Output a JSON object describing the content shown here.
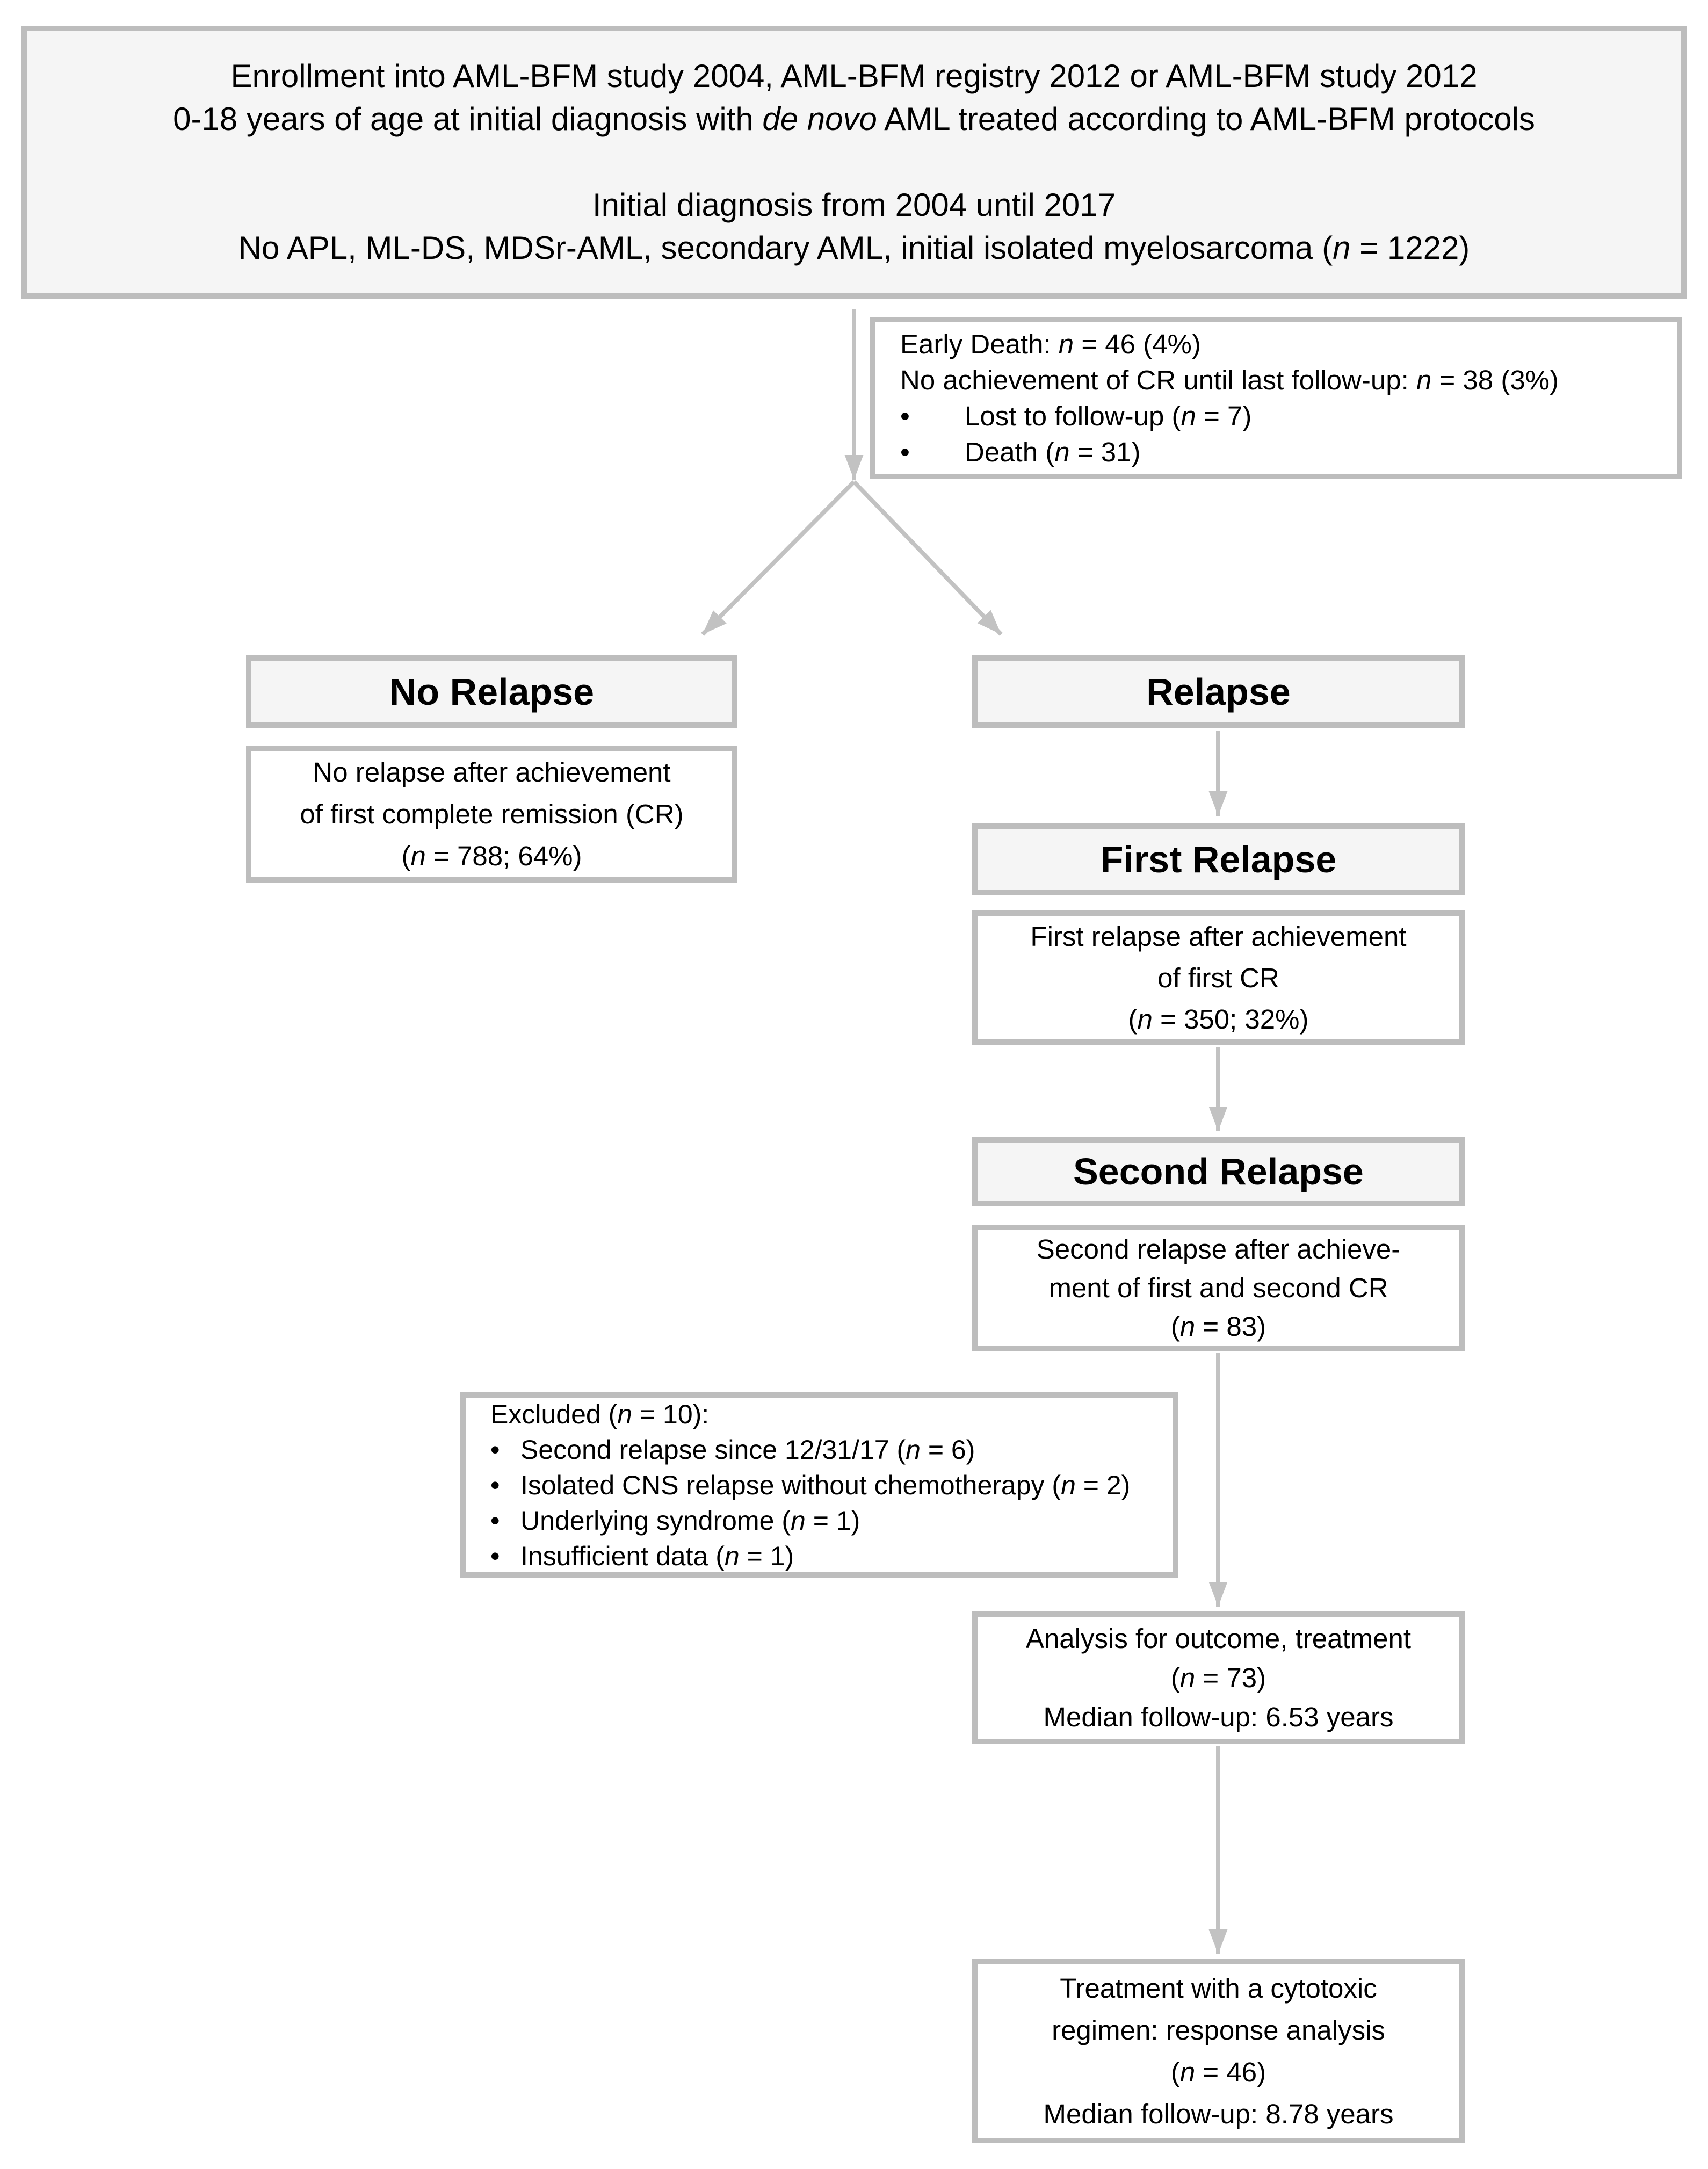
{
  "colors": {
    "box_fill": "#f5f5f5",
    "box_border": "#bdbdbd",
    "arrow": "#c2c2c2",
    "text": "#000000"
  },
  "enrollment_box": {
    "lines": [
      "Enrollment into AML-BFM study 2004, AML-BFM registry 2012 or AML-BFM study 2012",
      "0-18 years of age at initial diagnosis with *de novo* AML treated according to AML-BFM protocols",
      "",
      "Initial diagnosis from 2004 until 2017",
      "No APL, ML-DS, MDSr-AML, secondary AML, initial isolated myelosarcoma (*n* = 1222)"
    ]
  },
  "early_death_box": {
    "line1": "Early Death: *n* = 46 (4%)",
    "line2": "No achievement of CR until last follow-up: *n* = 38 (3%)",
    "bullet_glyph": "•",
    "bullets": [
      "Lost to follow-up (*n* = 7)",
      "Death (*n* = 31)"
    ]
  },
  "no_relapse": {
    "header": "No Relapse",
    "body": [
      "No relapse after achievement",
      "of first complete remission (CR)",
      "(*n* = 788; 64%)"
    ]
  },
  "relapse": {
    "header": "Relapse"
  },
  "first_relapse": {
    "header": "First Relapse",
    "body": [
      "First relapse after achievement",
      "of first CR",
      "(*n* = 350; 32%)"
    ]
  },
  "second_relapse": {
    "header": "Second Relapse",
    "body": [
      "Second relapse after achieve-",
      "ment of first and second CR",
      "(*n* = 83)"
    ]
  },
  "excluded_box": {
    "title": "Excluded (*n* = 10):",
    "bullet_glyph": "•",
    "bullets": [
      "Second relapse since 12/31/17 (*n* = 6)",
      "Isolated CNS relapse without chemotherapy (*n* = 2)",
      "Underlying syndrome (*n* = 1)",
      "Insufficient data (*n* = 1)"
    ]
  },
  "analysis_box": {
    "body": [
      "Analysis for outcome, treatment",
      "(*n* = 73)",
      "Median follow-up: 6.53 years"
    ]
  },
  "treatment_box": {
    "body": [
      "Treatment with a cytotoxic",
      "regimen: response analysis",
      "(*n* = 46)",
      "Median follow-up: 8.78 years"
    ]
  }
}
